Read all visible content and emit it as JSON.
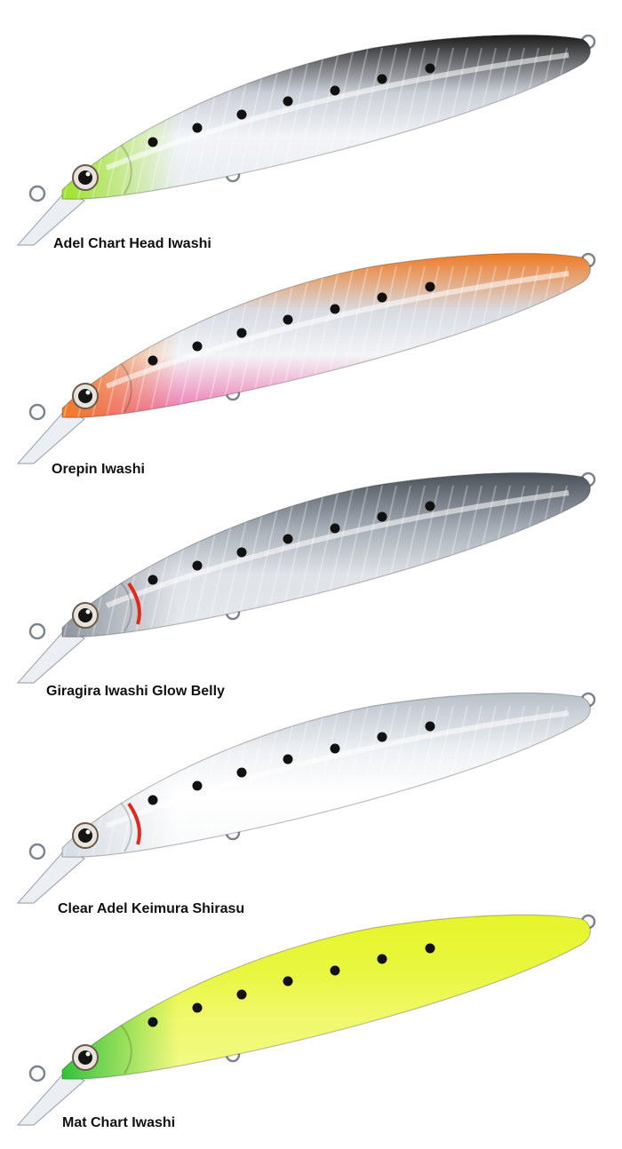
{
  "lures": [
    {
      "name": "Adel Chart Head Iwashi",
      "colors": {
        "back": "#1a1a1a",
        "body": "#c9ced6",
        "belly": "#e8ecf0",
        "head": "#9ee22a",
        "stripe": "#f2f4f7"
      },
      "pattern": "holographic-sardine",
      "eye_icon": "eye-icon"
    },
    {
      "name": "Orepin Iwashi",
      "colors": {
        "back": "#f07a24",
        "body": "#d7dbe2",
        "belly": "#ec6aa8",
        "head": "#f07a24",
        "stripe": "#f3f4f7"
      },
      "pattern": "holographic-sardine",
      "eye_icon": "eye-icon"
    },
    {
      "name": "Giragira Iwashi Glow Belly",
      "colors": {
        "back": "#4a5058",
        "body": "#a9b0b9",
        "belly": "#e6e9ed",
        "head": "#8d949e",
        "stripe": "#dfe3e8"
      },
      "pattern": "gill-red",
      "eye_icon": "eye-icon"
    },
    {
      "name": "Clear Adel Keimura Shirasu",
      "colors": {
        "back": "#b7bfc8",
        "body": "#eef1f4",
        "belly": "#f7f9fa",
        "head": "#d6dce2",
        "stripe": "#ffffff"
      },
      "pattern": "gill-red",
      "eye_icon": "eye-icon"
    },
    {
      "name": "Mat Chart Iwashi",
      "colors": {
        "back": "#e6f52a",
        "body": "#e9f640",
        "belly": "#f2fa8a",
        "head": "#33c23a",
        "stripe": "#f0f86a"
      },
      "pattern": "matte",
      "eye_icon": "eye-icon"
    }
  ]
}
